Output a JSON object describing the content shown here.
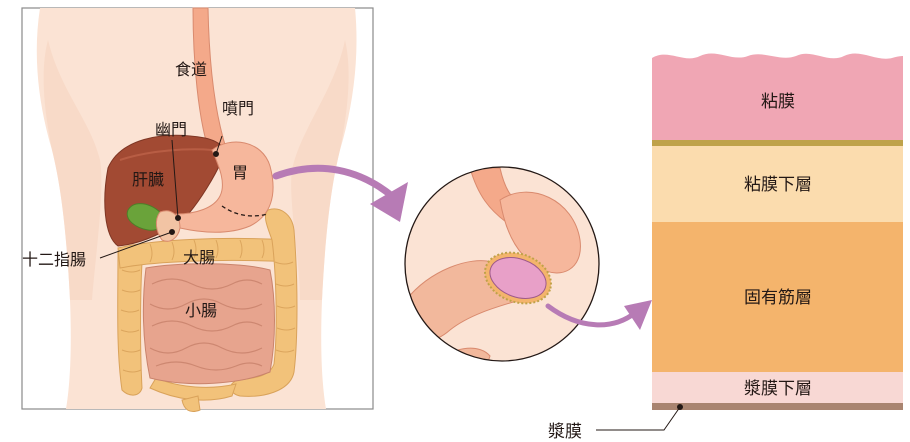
{
  "anatomy": {
    "labels": {
      "esophagus": "食道",
      "cardia": "噴門",
      "pylorus": "幽門",
      "liver": "肝臓",
      "stomach": "胃",
      "duodenum": "十二指腸",
      "large_intestine": "大腸",
      "small_intestine": "小腸"
    }
  },
  "wall_layers": {
    "mucosa": "粘膜",
    "submucosa": "粘膜下層",
    "muscularis": "固有筋層",
    "subserosa": "漿膜下層",
    "serosa": "漿膜"
  },
  "colors": {
    "mucosa": "#f0a6b4",
    "muscularis_mucosae": "#bfa24a",
    "submucosa": "#fbdcae",
    "muscularis": "#f4b46c",
    "subserosa": "#f8d8d4",
    "serosa": "#a98470",
    "arrow": "#b77bb5",
    "body": "#fbe3d4"
  }
}
